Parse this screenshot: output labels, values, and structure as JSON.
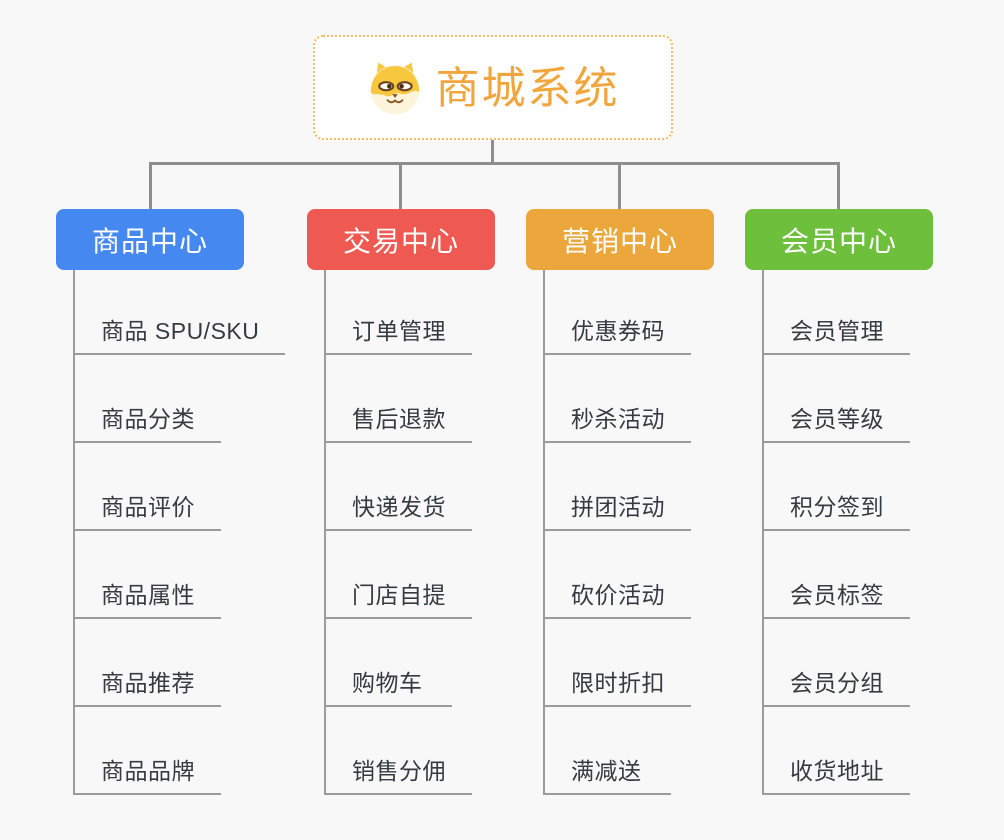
{
  "root": {
    "title": "商城系统",
    "icon": "dog-face",
    "title_color": "#f0a63c",
    "border_color": "#f5bb5e"
  },
  "branches": [
    {
      "label": "商品中心",
      "color": "#4589f0",
      "items": [
        "商品 SPU/SKU",
        "商品分类",
        "商品评价",
        "商品属性",
        "商品推荐",
        "商品品牌"
      ]
    },
    {
      "label": "交易中心",
      "color": "#ee5a52",
      "items": [
        "订单管理",
        "售后退款",
        "快递发货",
        "门店自提",
        "购物车",
        "销售分佣"
      ]
    },
    {
      "label": "营销中心",
      "color": "#eca73c",
      "items": [
        "优惠券码",
        "秒杀活动",
        "拼团活动",
        "砍价活动",
        "限时折扣",
        "满减送"
      ]
    },
    {
      "label": "会员中心",
      "color": "#6ebf3c",
      "items": [
        "会员管理",
        "会员等级",
        "积分签到",
        "会员标签",
        "会员分组",
        "收货地址"
      ]
    }
  ],
  "colors": {
    "background": "#f8f8f8",
    "connector": "#8e8e8e",
    "item_line": "#9b9b9b",
    "item_text": "#363b42"
  }
}
